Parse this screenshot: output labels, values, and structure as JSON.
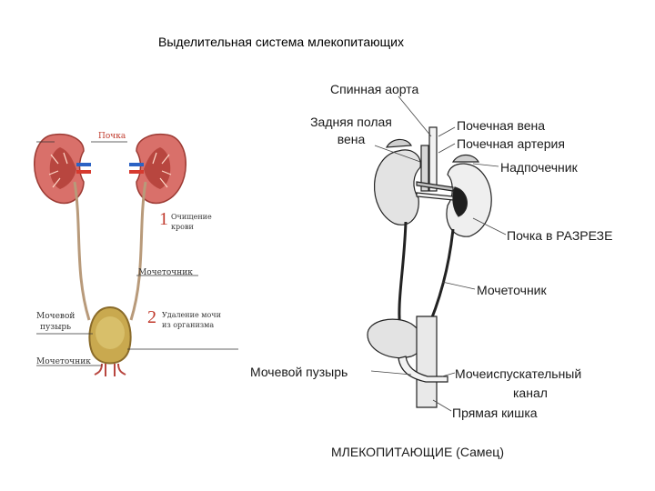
{
  "title": "Выделительная система млекопитающих",
  "left_figure": {
    "kidney_label": "Почка",
    "step1_number": "1",
    "step1_text_line1": "Очищение",
    "step1_text_line2": "крови",
    "ureter_label": "Мочеточник",
    "step2_number": "2",
    "step2_text_line1": "Удаление мочи",
    "step2_text_line2": "из организма",
    "bladder_label_line1": "Мочевой",
    "bladder_label_line2": "пузырь",
    "urethra_label": "Мочеточник"
  },
  "right_figure": {
    "dorsal_aorta": "Спинная аорта",
    "posterior_vena_line1": "Задняя полая",
    "posterior_vena_line2": "вена",
    "renal_vein": "Почечная вена",
    "renal_artery": "Почечная артерия",
    "adrenal": "Надпочечник",
    "kidney_section": "Почка в РАЗРЕЗЕ",
    "ureter": "Мочеточник",
    "bladder": "Мочевой пузырь",
    "urethra_line1": "Мочеиспускательный",
    "urethra_line2": "канал",
    "rectum": "Прямая кишка",
    "caption": "МЛЕКОПИТАЮЩИЕ (Самец)"
  },
  "colors": {
    "kidney": "#d9706a",
    "kidney_inner": "#b8463f",
    "vessel_blue": "#2b62c4",
    "vessel_red": "#d63a2f",
    "ureter": "#b89a7a",
    "bladder_fill": "#c9a94f",
    "organ_grey": "#e3e3e3"
  }
}
